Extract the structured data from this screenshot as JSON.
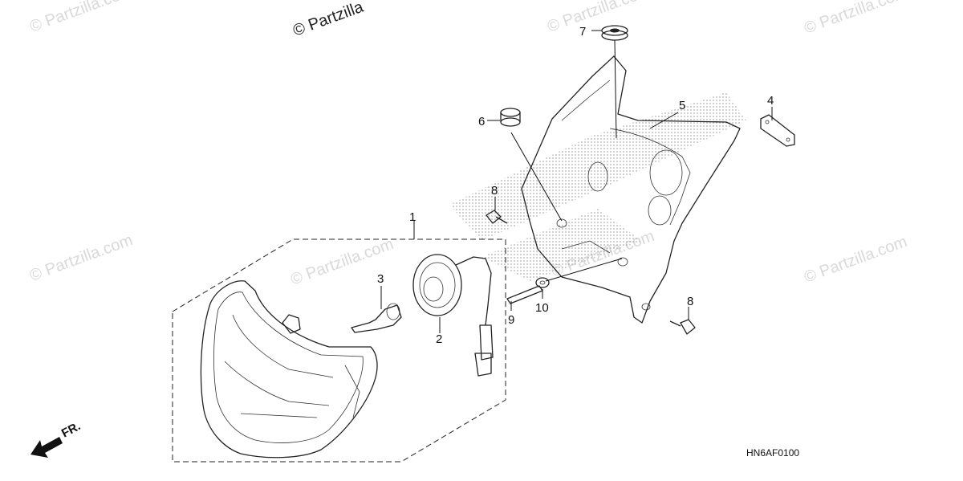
{
  "watermarks": {
    "main": "© Partzilla",
    "faint": [
      "© Partzilla.com",
      "© Partzilla.com",
      "© Partzilla.com",
      "© Partzilla.com",
      "© Partzilla.com",
      "© Partzilla.com",
      "© Partzilla.com"
    ]
  },
  "callouts": [
    "1",
    "2",
    "3",
    "4",
    "5",
    "6",
    "7",
    "8",
    "8",
    "9",
    "10"
  ],
  "direction_label": "FR.",
  "diagram_code": "HN6AF0100"
}
